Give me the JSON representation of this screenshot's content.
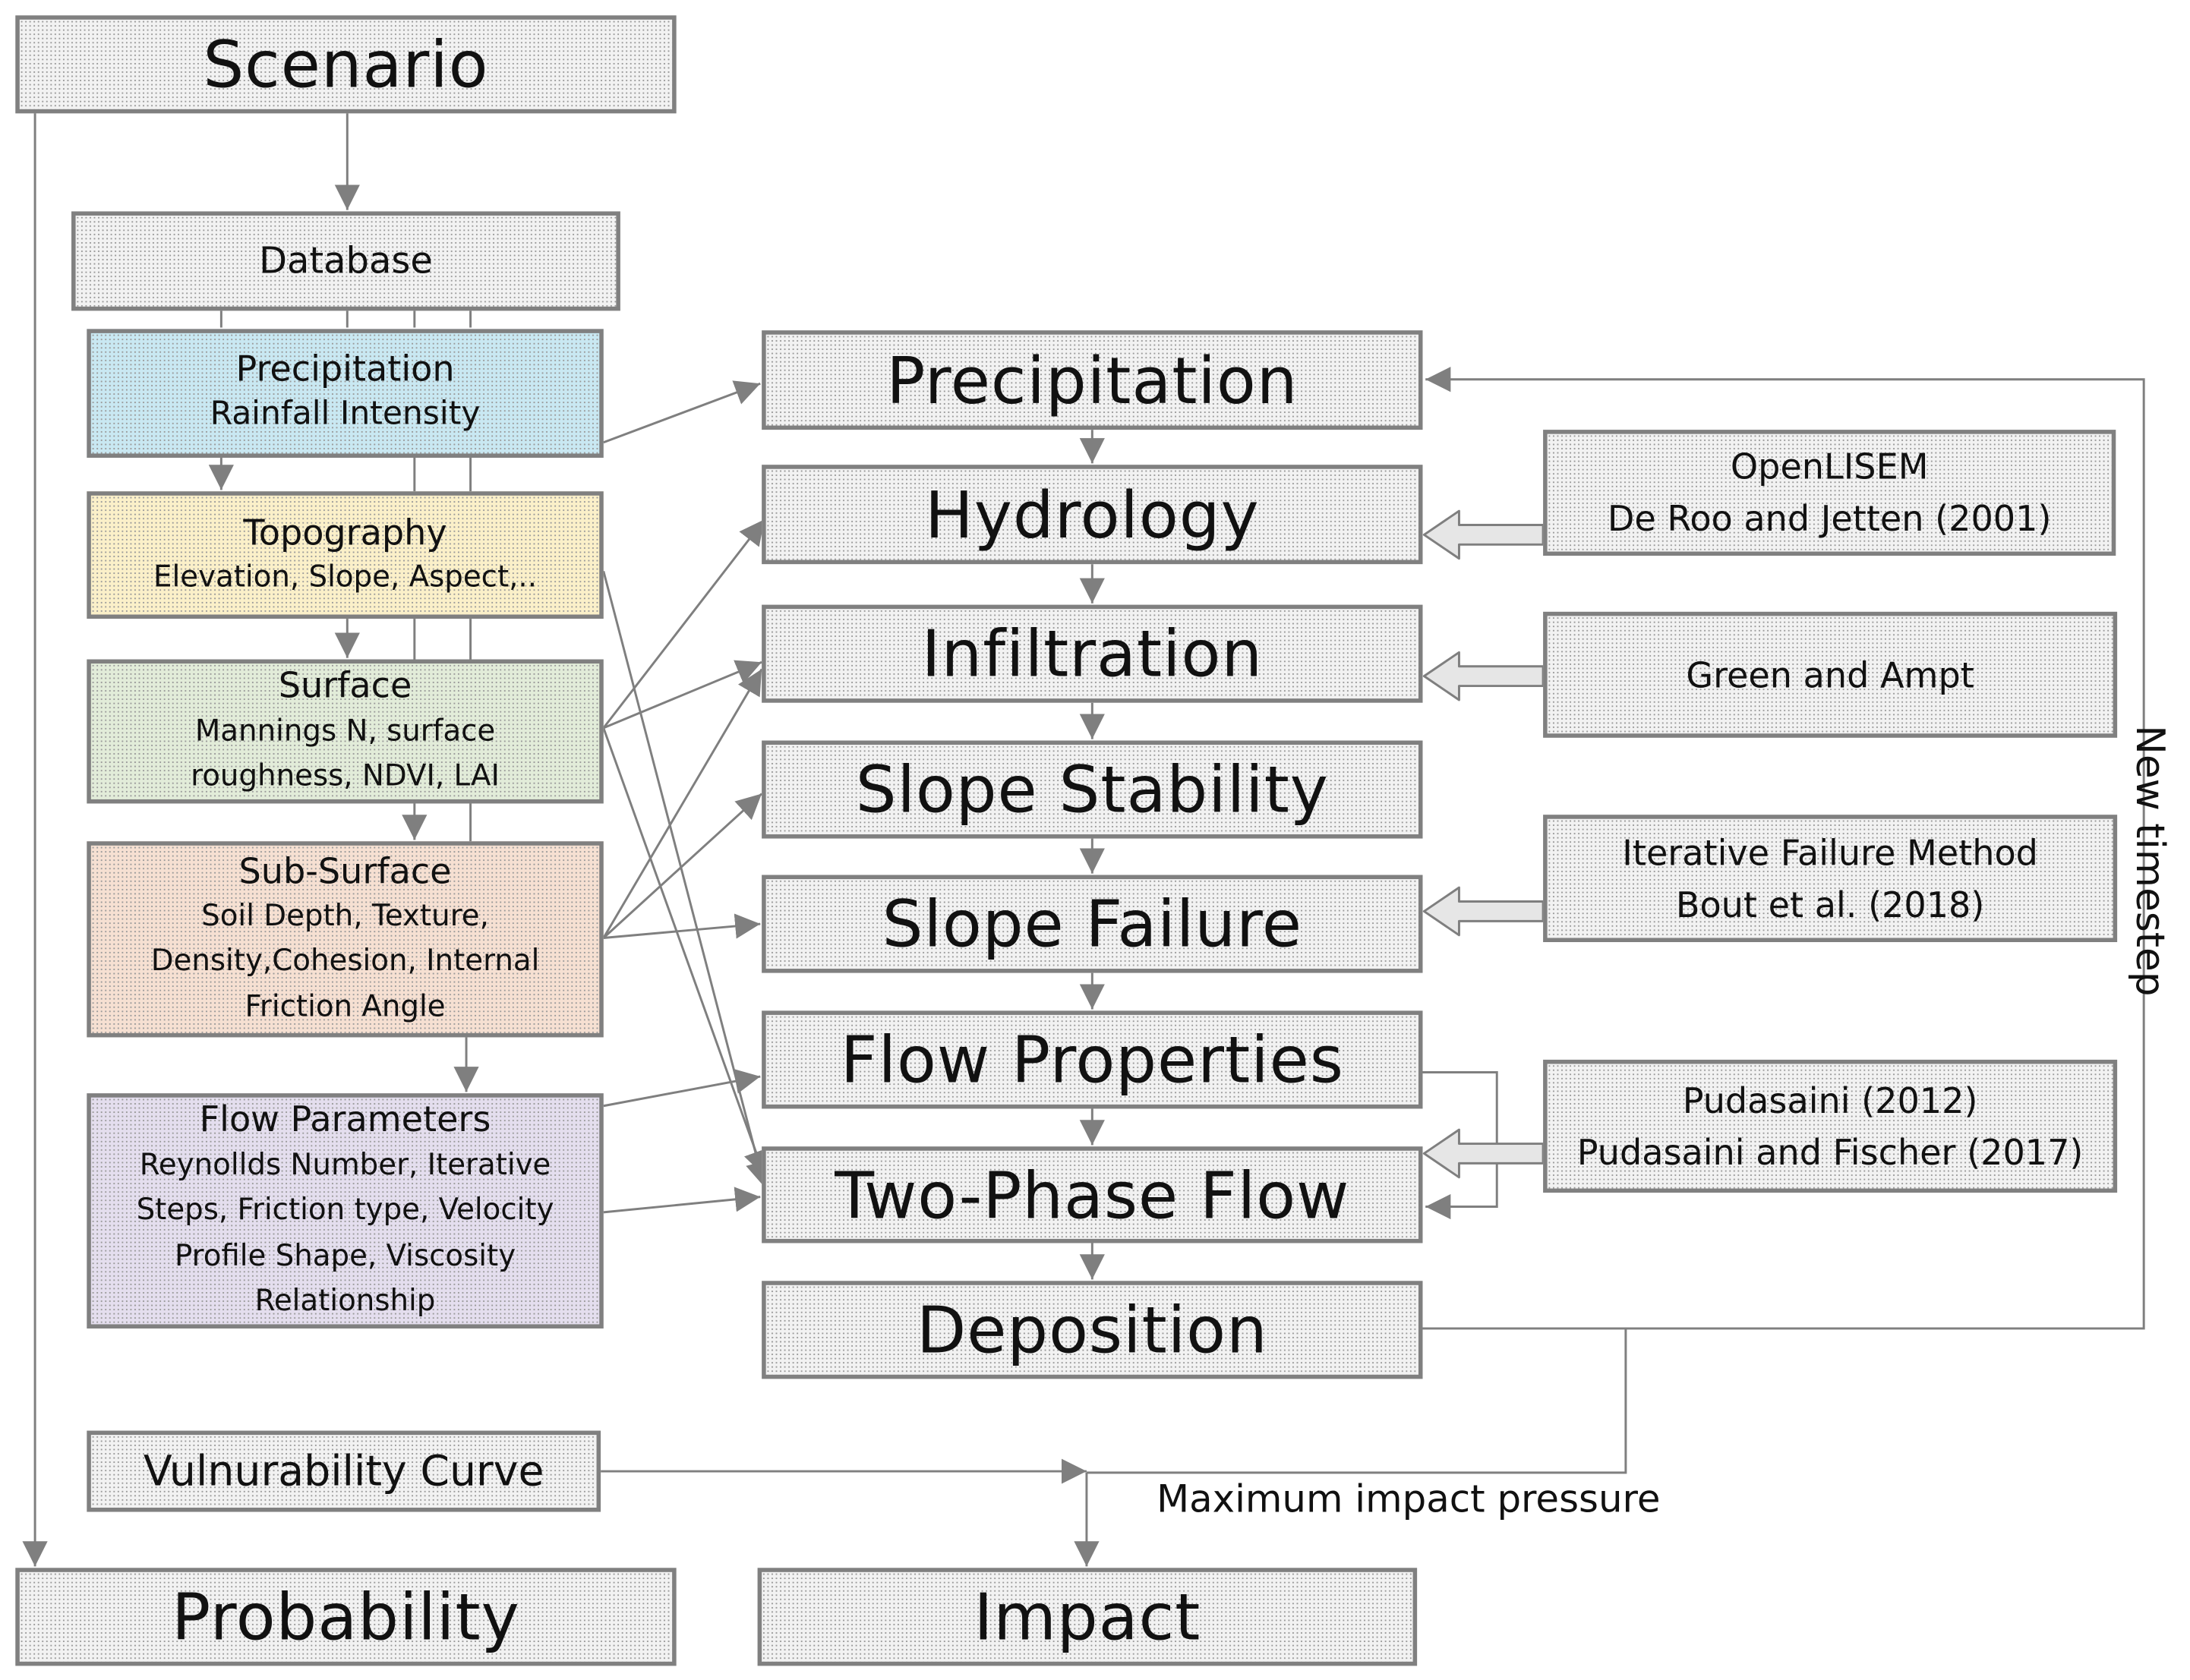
{
  "scenario": "Scenario",
  "database": "Database",
  "inputs": {
    "precipitation": {
      "title": "Precipitation",
      "sub": "Rainfall Intensity"
    },
    "topography": {
      "title": "Topography",
      "sub": "Elevation, Slope, Aspect,.."
    },
    "surface": {
      "title": "Surface",
      "sub1": "Mannings N, surface",
      "sub2": "roughness, NDVI, LAI"
    },
    "subsurface": {
      "title": "Sub-Surface",
      "sub1": "Soil Depth, Texture,",
      "sub2": "Density,Cohesion, Internal",
      "sub3": "Friction Angle"
    },
    "flow_parameters": {
      "title": "Flow Parameters",
      "sub1": "Reynollds Number, Iterative",
      "sub2": "Steps, Friction type, Velocity",
      "sub3": "Profile Shape, Viscosity",
      "sub4": "Relationship"
    }
  },
  "process": {
    "precipitation": "Precipitation",
    "hydrology": "Hydrology",
    "infiltration": "Infiltration",
    "slope_stability": "Slope Stability",
    "slope_failure": "Slope Failure",
    "flow_properties": "Flow Properties",
    "two_phase_flow": "Two-Phase Flow",
    "deposition": "Deposition"
  },
  "models": {
    "openlisem": {
      "line1": "OpenLISEM",
      "line2": "De Roo and Jetten (2001)"
    },
    "green_ampt": {
      "line1": "Green and Ampt"
    },
    "ifm": {
      "line1": "Iterative Failure Method",
      "line2": "Bout et al. (2018)"
    },
    "pudasaini": {
      "line1": "Pudasaini (2012)",
      "line2": "Pudasaini and  Fischer (2017)"
    }
  },
  "vulnerability_curve": "Vulnurability Curve",
  "max_impact_label": "Maximum impact pressure",
  "new_timestep_label": "New timestep",
  "probability": "Probability",
  "impact": "Impact",
  "colors": {
    "precipitation": "#c9e8f2",
    "topography": "#fbf0c9",
    "surface": "#e2ecd9",
    "subsurface": "#f6e0d2",
    "flow_parameters": "#e4deee",
    "box_border": "#808080",
    "lines": "#7f7f7f"
  }
}
